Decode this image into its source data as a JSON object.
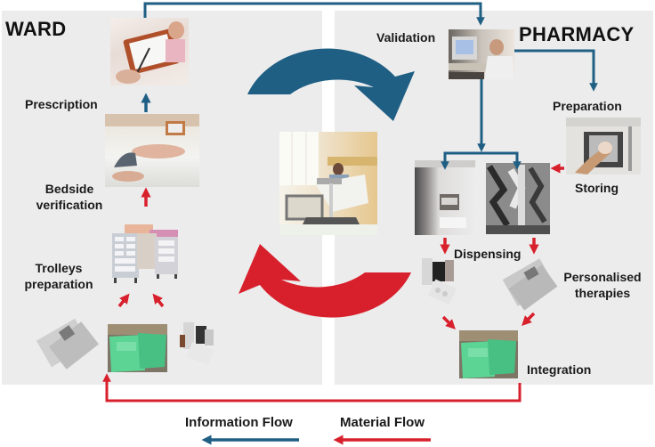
{
  "sections": {
    "ward": {
      "title": "WARD"
    },
    "pharmacy": {
      "title": "PHARMACY"
    }
  },
  "steps": {
    "prescription": "Prescription",
    "bedside_verification": "Bedside verification",
    "trolleys_preparation": "Trolleys preparation",
    "validation": "Validation",
    "preparation": "Preparation",
    "storing": "Storing",
    "dispensing": "Dispensing",
    "personalised_therapies": "Personalised therapies",
    "integration": "Integration"
  },
  "legend": {
    "information_flow": "Information Flow",
    "material_flow": "Material Flow"
  },
  "colors": {
    "information_flow": "#1f5f84",
    "material_flow": "#d8202c",
    "panel_bg": "#ececec"
  }
}
